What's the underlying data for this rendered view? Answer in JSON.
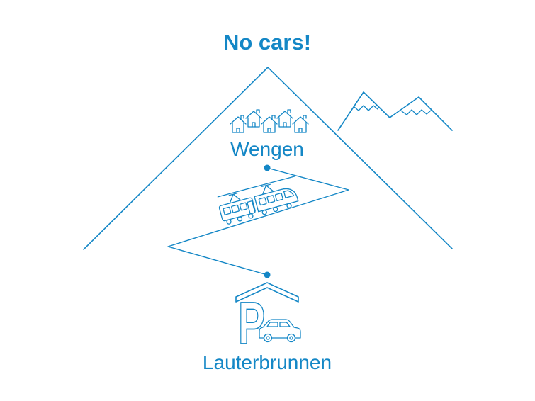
{
  "title": "No cars!",
  "labels": {
    "top_village": "Wengen",
    "bottom_village": "Lauterbrunnen",
    "parking_letter": "P"
  },
  "icons": {
    "mountain": "large-triangle-mountain-outline",
    "snow_peaks": "twin-peaks-with-snow-zigzag",
    "houses": "row-of-five-line-drawn-houses",
    "train": "cog-railway-electric-train-with-pantographs",
    "route": "switchback-zigzag-line-with-endpoint-dots",
    "parking": "parking-P-sign-under-roof",
    "car": "car-outline-with-wheels"
  },
  "colors": {
    "accent": "#1487C6",
    "background": "#FFFFFF"
  }
}
